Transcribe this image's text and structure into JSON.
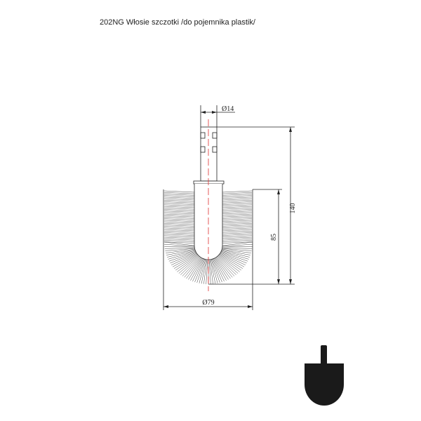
{
  "title": "202NG  Włosie szczotki /do pojemnika plastik/",
  "dimensions": {
    "stem_diameter": "Ø14",
    "total_height": "140",
    "brush_height": "85",
    "brush_diameter": "Ø79"
  },
  "colors": {
    "line": "#222222",
    "centerline": "#e03030",
    "photo": "#1a1a1a"
  }
}
